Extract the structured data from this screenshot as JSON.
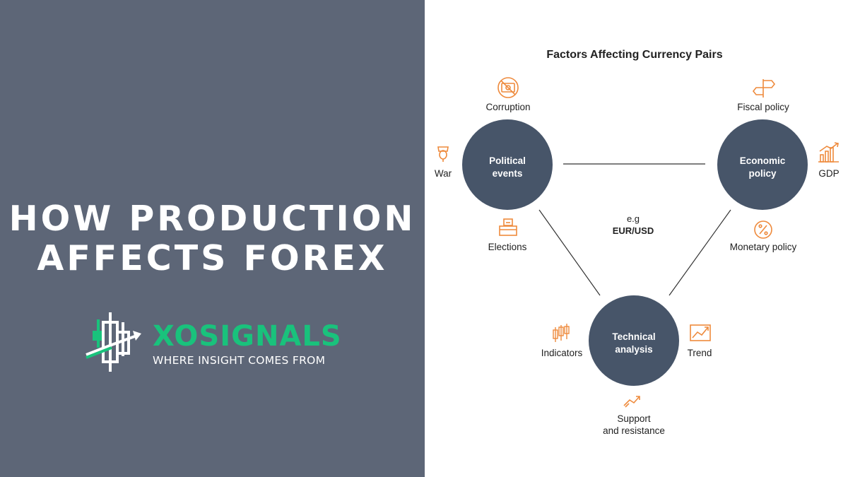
{
  "left": {
    "headline_line1": "HOW PRODUCTION",
    "headline_line2": "AFFECTS FOREX",
    "logo_name": "XOSIGNALS",
    "logo_tagline": "WHERE INSIGHT COMES FROM"
  },
  "diagram": {
    "title": "Factors Affecting Currency Pairs",
    "center_line1": "e.g",
    "center_line2": "EUR/USD",
    "nodes": {
      "political": {
        "line1": "Political",
        "line2": "events"
      },
      "economic": {
        "line1": "Economic",
        "line2": "policy"
      },
      "technical": {
        "line1": "Technical",
        "line2": "analysis"
      }
    },
    "factors": {
      "corruption": "Corruption",
      "war": "War",
      "elections": "Elections",
      "fiscal": "Fiscal policy",
      "gdp": "GDP",
      "monetary": "Monetary policy",
      "indicators": "Indicators",
      "trend": "Trend",
      "support_line1": "Support",
      "support_line2": "and resistance"
    }
  },
  "colors": {
    "left_bg": "#5d6677",
    "node_fill": "#475569",
    "icon_orange": "#ee8a3c",
    "brand_green": "#19c27c"
  },
  "icons": [
    "no-money-icon",
    "bomb-icon",
    "ballot-box-icon",
    "signpost-icon",
    "growth-chart-icon",
    "percent-icon",
    "candlestick-icon",
    "trend-chart-icon",
    "support-resistance-icon",
    "xosignals-logo-mark"
  ]
}
